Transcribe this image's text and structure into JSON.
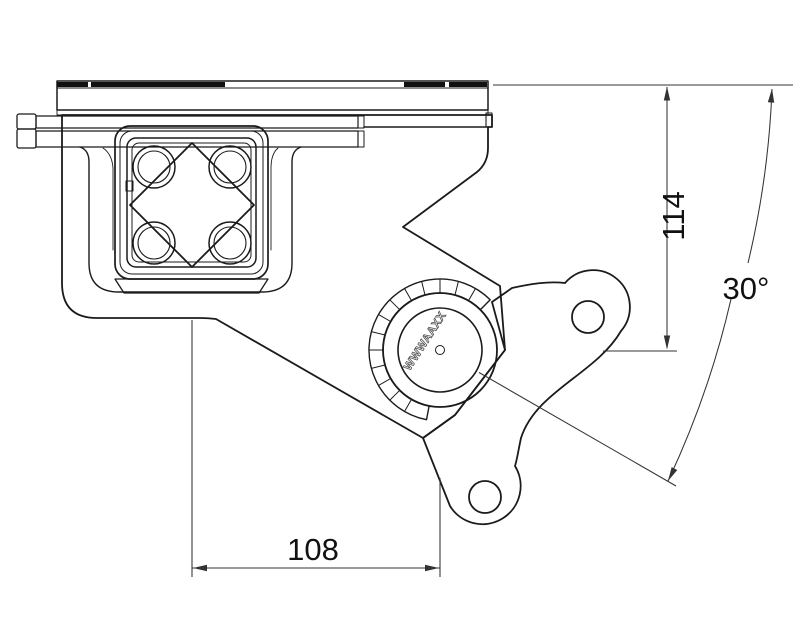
{
  "drawing": {
    "type": "cad-mechanical-drawing",
    "labels": {
      "dim_vertical": "114",
      "dim_angle": "30°",
      "dim_horizontal": "108",
      "shaft_stamp": "WWWAAXX"
    },
    "colors": {
      "background": "#ffffff",
      "body_fill": "#f0f0f0",
      "rail_fill": "#ebebeb",
      "dark_cap": "#111111",
      "diamond_fill": "#d4d4d4",
      "weld_fill": "#e2e2e2",
      "outline": "#1b1b1b",
      "dimension_lines": "#333333"
    }
  }
}
